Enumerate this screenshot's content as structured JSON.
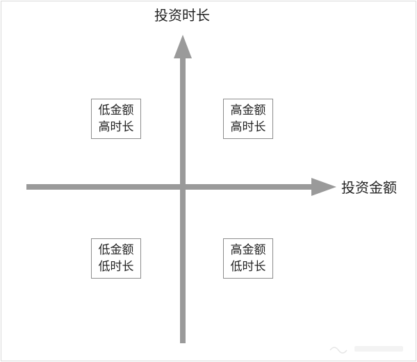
{
  "axes": {
    "x_label": "投资金额",
    "y_label": "投资时长",
    "color": "#9a9a9a"
  },
  "quadrants": {
    "top_left": {
      "line1": "低金额",
      "line2": "高时长"
    },
    "top_right": {
      "line1": "高金额",
      "line2": "高时长"
    },
    "bottom_left": {
      "line1": "低金额",
      "line2": "低时长"
    },
    "bottom_right": {
      "line1": "高金额",
      "line2": "低时长"
    }
  },
  "colors": {
    "axis": "#9a9a9a",
    "box_border": "#8c8c8c",
    "text": "#222222",
    "frame_border": "#d9d9d9"
  }
}
